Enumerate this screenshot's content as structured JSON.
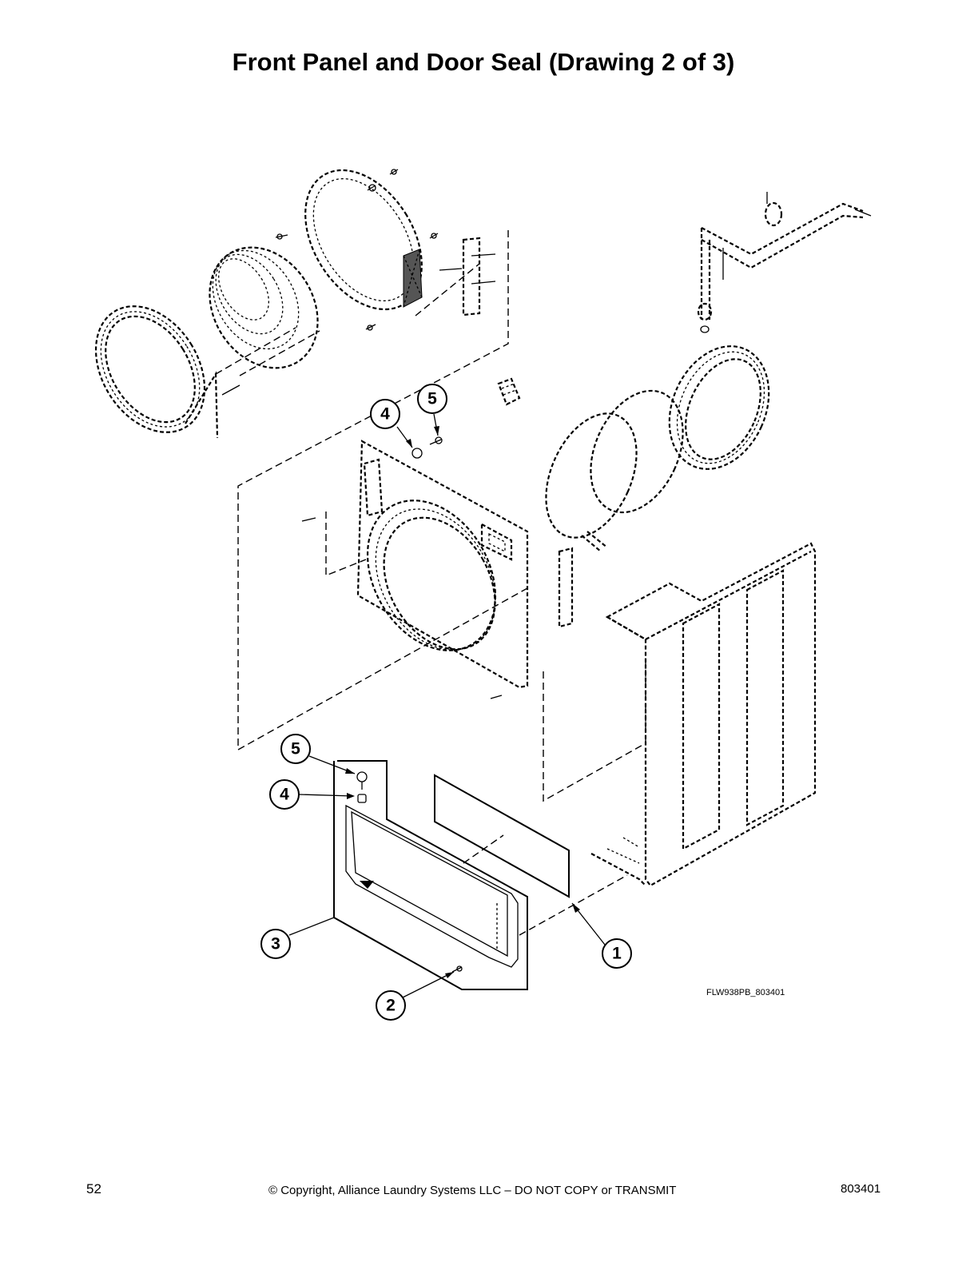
{
  "header": {
    "title": "Front Panel and Door Seal (Drawing 2 of 3)"
  },
  "callouts": [
    {
      "label": "1",
      "part": "seal"
    },
    {
      "label": "2",
      "part": "screw"
    },
    {
      "label": "3",
      "part": "lower-front-panel-assembly"
    },
    {
      "label": "4",
      "part": "bushing"
    },
    {
      "label": "5",
      "part": "screw"
    },
    {
      "label": "4",
      "part": "bushing"
    },
    {
      "label": "5",
      "part": "screw"
    }
  ],
  "drawing_id": "FLW938PB_803401",
  "footer": {
    "page_number": "52",
    "copyright": "© Copyright, Alliance Laundry Systems LLC – DO NOT COPY or TRANSMIT",
    "doc_number": "803401"
  }
}
